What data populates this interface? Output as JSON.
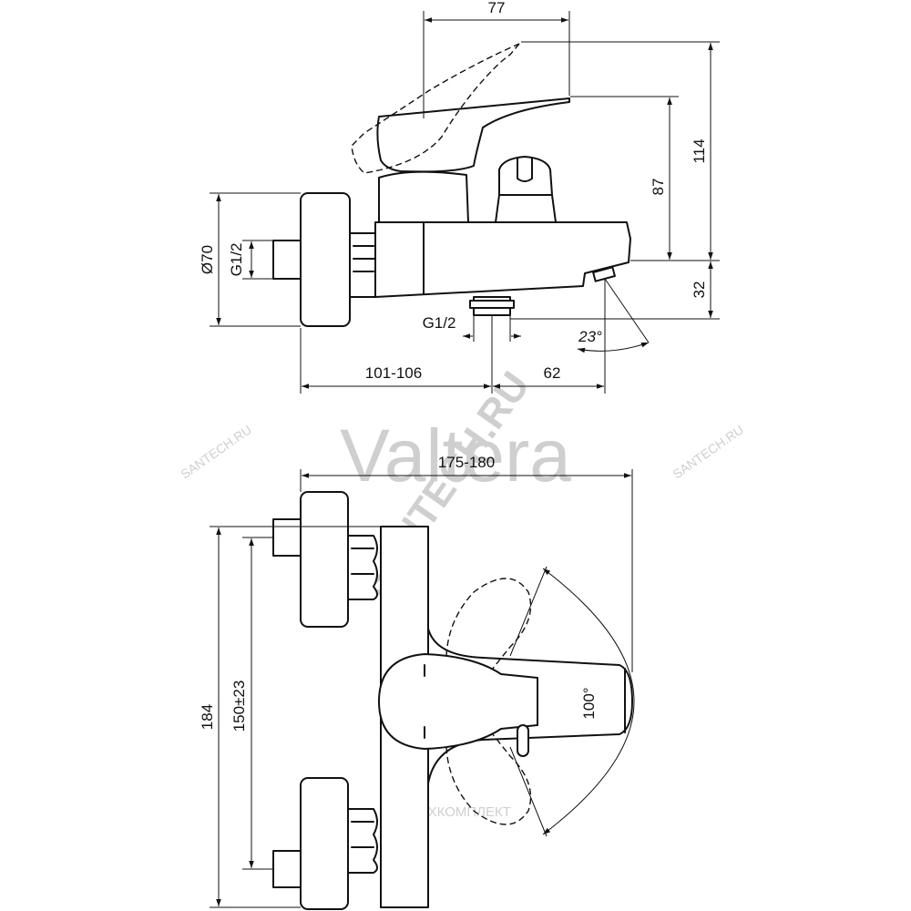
{
  "dimensions": {
    "handle_reach": "77",
    "total_height": "114",
    "handle_height": "87",
    "spout_drop": "32",
    "flange_diameter": "Ø70",
    "inlet_thread": "G1/2",
    "outlet_thread": "G1/2",
    "spout_angle": "23°",
    "wall_to_outlet": "101-106",
    "outlet_to_spout": "62",
    "overall_width": "175-180",
    "overall_height": "184",
    "inlet_spacing": "150±23",
    "lever_rotation": "100°"
  },
  "watermarks": {
    "brand": "Valtera",
    "site": "SANTECH.RU",
    "site_small_left": "SANTECH.RU",
    "site_small_right": "SANTECH.RU",
    "company": "САНТЕХКОМПЛЕКТ"
  }
}
